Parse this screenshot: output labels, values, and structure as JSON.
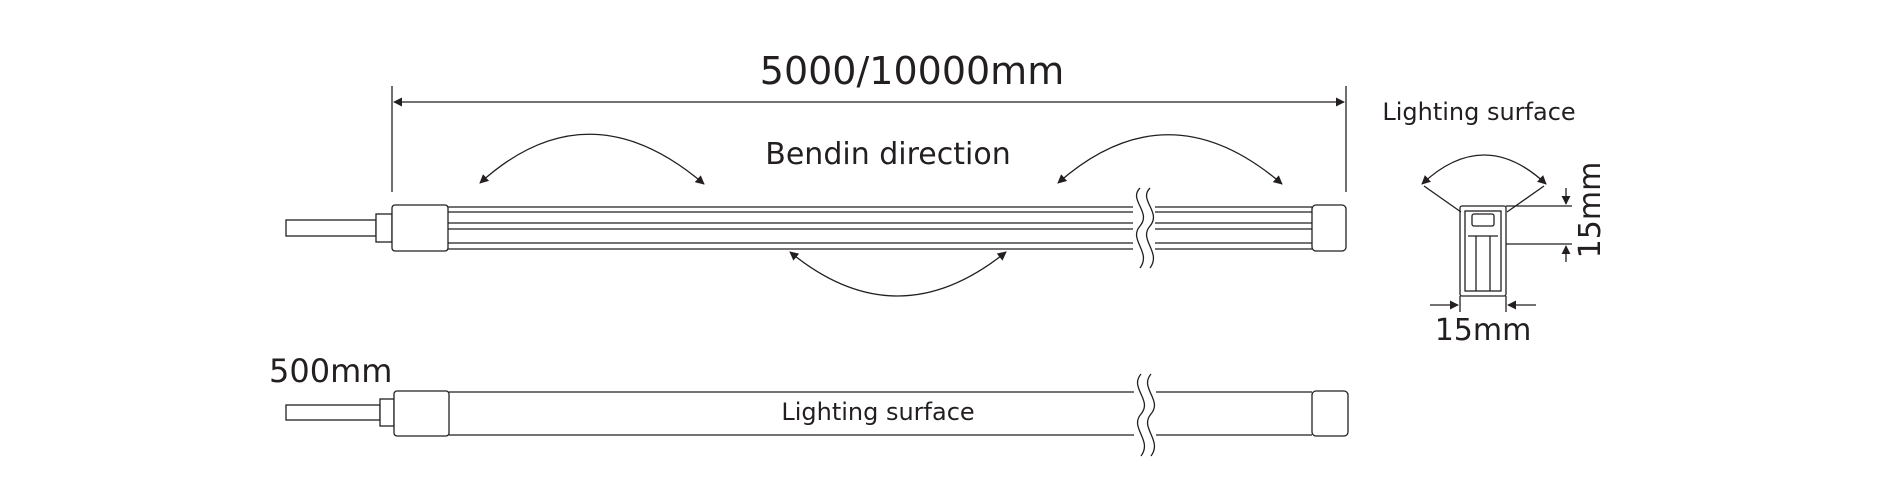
{
  "labels": {
    "total_length": "5000/10000mm",
    "bending_direction": "Bendin direction",
    "lighting_surface_top": "Lighting surface",
    "cable_length": "500mm",
    "lighting_surface_strip": "Lighting surface",
    "height_dim": "15mm",
    "width_dim": "15mm"
  },
  "colors": {
    "line": "#231f20",
    "background": "#ffffff"
  }
}
